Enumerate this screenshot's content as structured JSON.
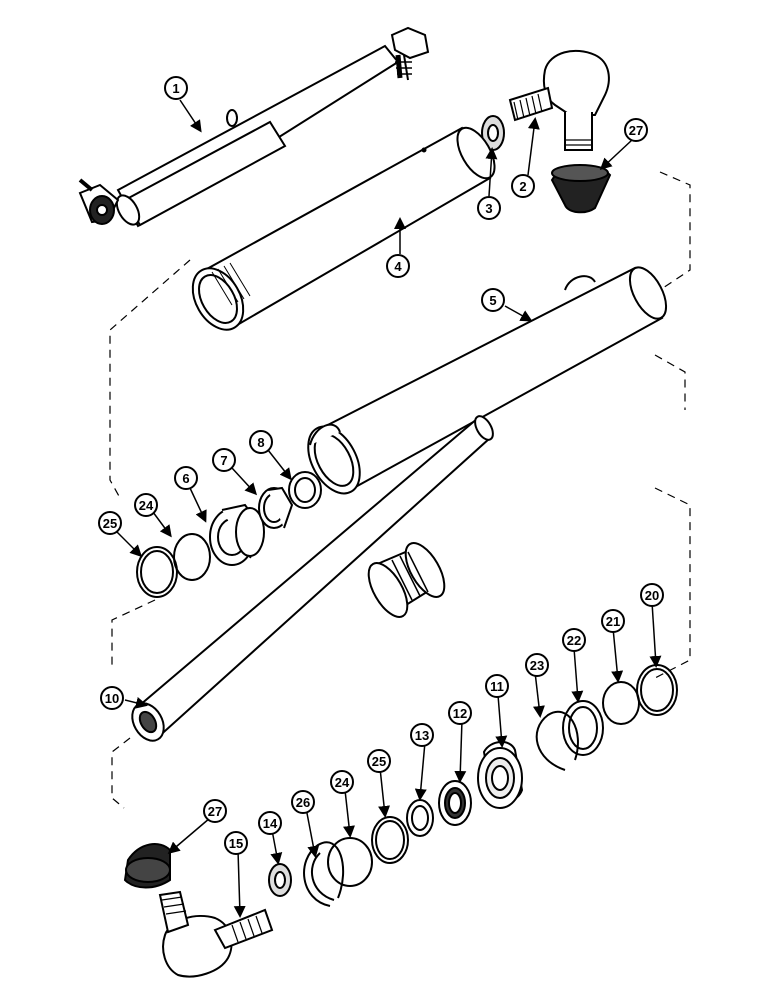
{
  "callouts": {
    "c1": "1",
    "c2": "2",
    "c3": "3",
    "c4": "4",
    "c5": "5",
    "c6": "6",
    "c7": "7",
    "c8": "8",
    "c10": "10",
    "c11": "11",
    "c12": "12",
    "c13": "13",
    "c14": "14",
    "c15": "15",
    "c20": "20",
    "c21": "21",
    "c22": "22",
    "c23": "23",
    "c24a": "24",
    "c24b": "24",
    "c25a": "25",
    "c25b": "25",
    "c26": "26",
    "c27a": "27",
    "c27b": "27"
  }
}
